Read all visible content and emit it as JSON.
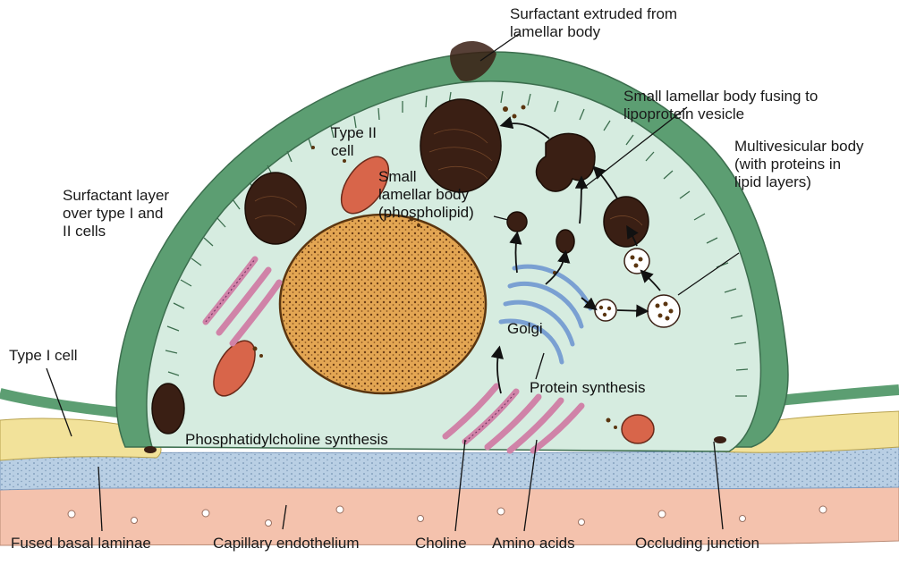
{
  "labels": {
    "surfactant_extruded": "Surfactant extruded from\nlamellar body",
    "small_lamellar_fusing": "Small lamellar body fusing to\nlipoprotein vesicle",
    "multivesicular_body": "Multivesicular body\n(with proteins in\nlipid layers)",
    "type_ii_cell": "Type II\ncell",
    "small_lamellar_body": "Small\nlamellar body\n(phospholipid)",
    "surfactant_layer": "Surfactant layer\nover type I and\nII cells",
    "golgi": "Golgi",
    "protein_synthesis": "Protein synthesis",
    "type_i_cell": "Type I cell",
    "phosphatidylcholine_synthesis": "Phosphatidylcholine synthesis",
    "fused_basal_laminae": "Fused basal laminae",
    "capillary_endothelium": "Capillary endothelium",
    "choline": "Choline",
    "amino_acids": "Amino acids",
    "occluding_junction": "Occluding junction"
  },
  "colors": {
    "surfactant_layer": "#5c9e72",
    "cytoplasm": "#d6ece0",
    "nucleus": "#e3a653",
    "lamellar_body": "#3a1f14",
    "mitochondria": "#d8654a",
    "er_pink": "#d083a8",
    "golgi_blue": "#7aa0d2",
    "type_i_yellow": "#f2e29a",
    "basal_lamina": "#b9cfe4",
    "endothelium": "#f4c2ad"
  }
}
